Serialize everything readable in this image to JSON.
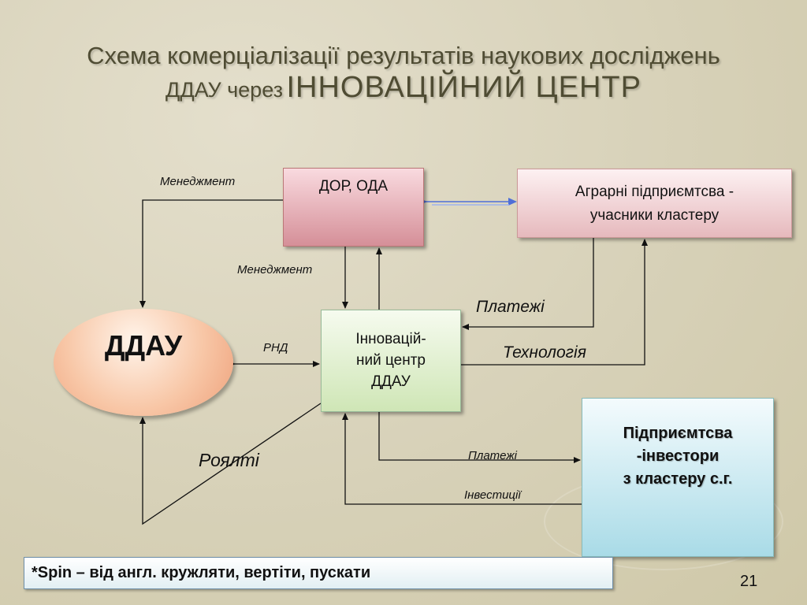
{
  "title": {
    "line1": "Схема комерціалізації результатів наукових досліджень",
    "line2_prefix": "ДДАУ через",
    "line2_emphasis": "ІННОВАЦІЙНИЙ ЦЕНТР"
  },
  "nodes": {
    "dor": "ДОР, ОДА",
    "agrarian_line1": "Аграрні підприємтсва -",
    "agrarian_line2": "учасники кластеру",
    "ddau": "ДДАУ",
    "innovation_line1": "Інновацій-",
    "innovation_line2": "ний центр",
    "innovation_line3": "ДДАУ",
    "investors_line1": "Підприємтсва",
    "investors_line2": "-інвестори",
    "investors_line3": "з  кластеру с.г."
  },
  "edges": {
    "management_top": "Менеджмент",
    "management_mid": "Менеджмент",
    "rnd": "РНД",
    "payments_big": "Платежі",
    "technology": "Технологія",
    "royalty": "Роялті",
    "payments_small": "Платежі",
    "investments": "Інвестиції"
  },
  "footnote": "*Spin – від англ. кружляти, вертіти, пускати",
  "page_number": "21",
  "colors": {
    "title": "#4f4c33",
    "double_arrow": "#4f6fd8",
    "connector": "#111111"
  }
}
